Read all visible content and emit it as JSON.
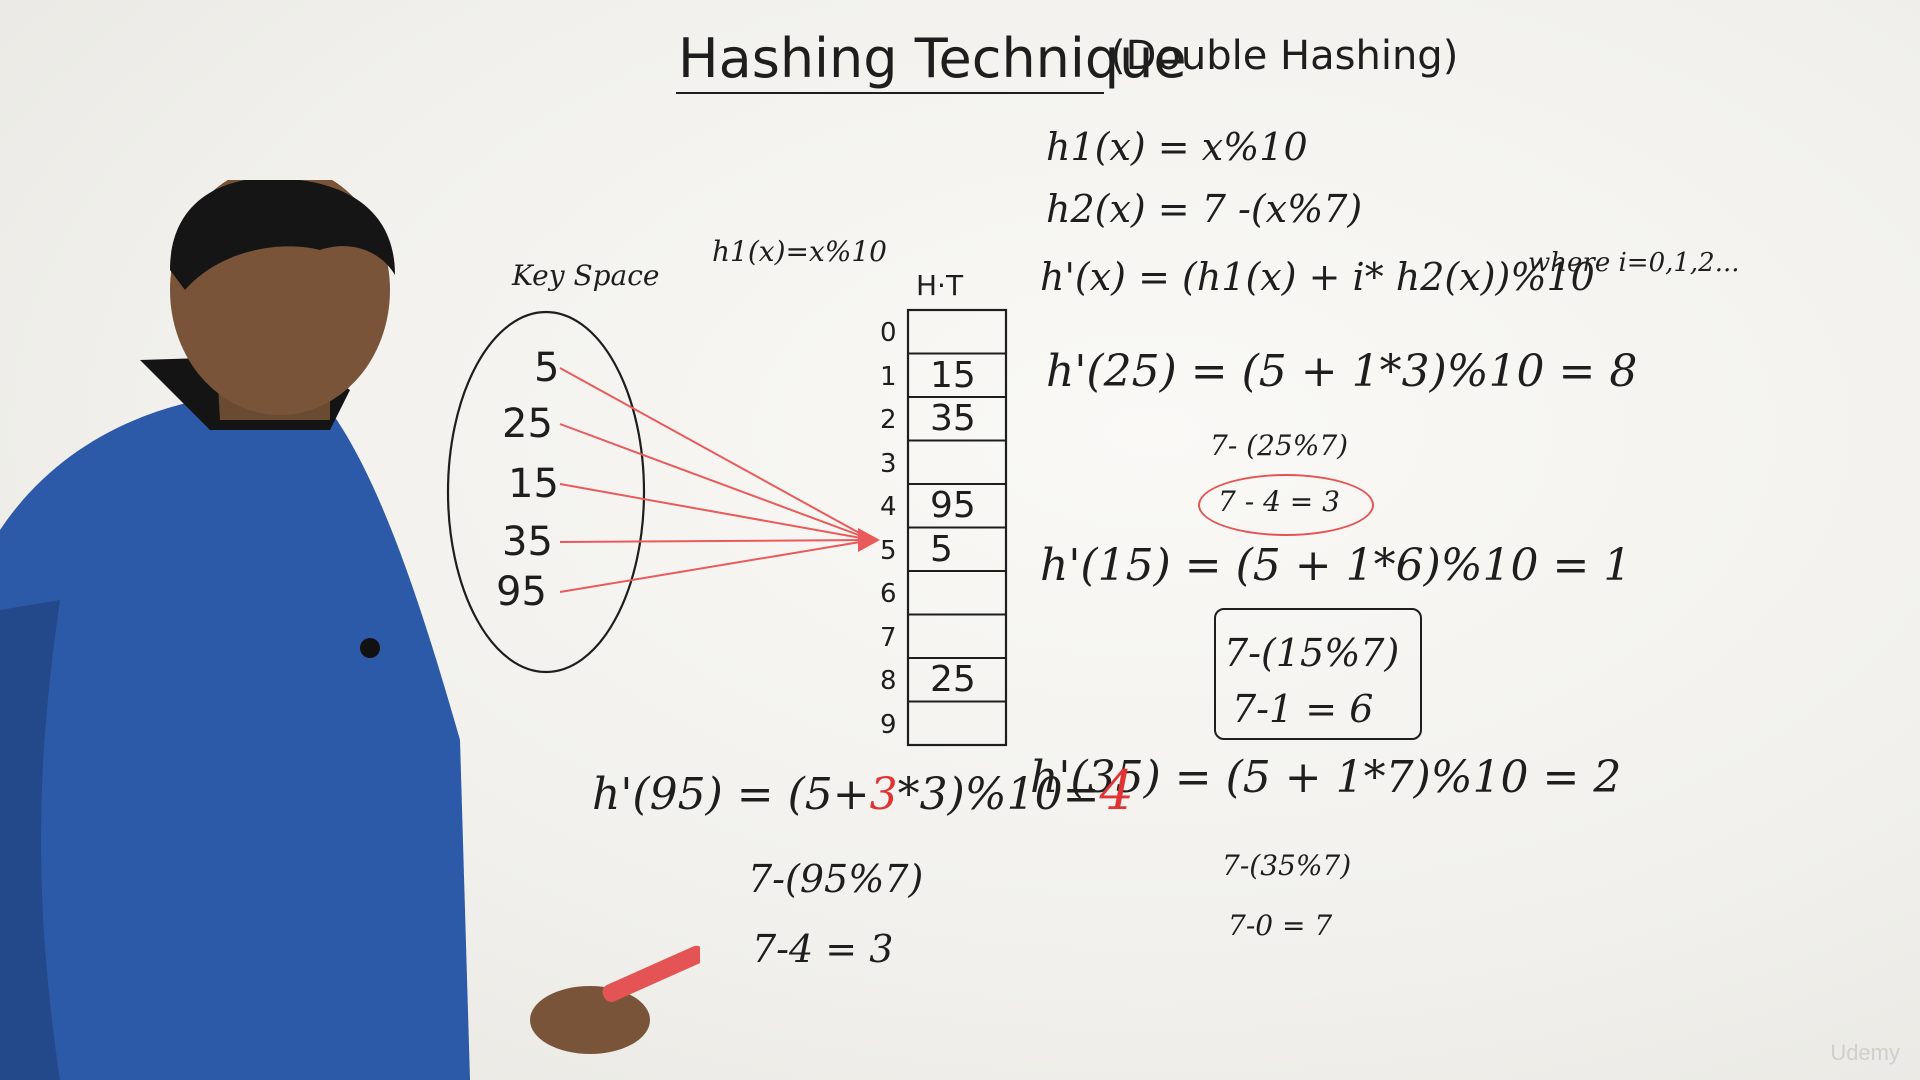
{
  "title": "Hashing Technique",
  "subtitle": "(Double Hashing)",
  "formulas": {
    "h1": "h1(x) = x%10",
    "h2": "h2(x) = 7 -(x%7)",
    "hprime": "h'(x) = (h1(x) + i* h2(x))%10",
    "where": "where i=0,1,2..."
  },
  "h1_label": "h1(x)=x%10",
  "key_space": {
    "label": "Key Space",
    "keys": [
      "5",
      "25",
      "15",
      "35",
      "95"
    ]
  },
  "hash_table": {
    "label": "H·T",
    "indices": [
      "0",
      "1",
      "2",
      "3",
      "4",
      "5",
      "6",
      "7",
      "8",
      "9"
    ],
    "values": [
      "",
      "15",
      "35",
      "",
      "95",
      "5",
      "",
      "",
      "25",
      ""
    ]
  },
  "examples": {
    "e25": "h'(25) = (5 + 1*3)%10 = 8",
    "e25_a": "7- (25%7)",
    "e25_b": "7 - 4 = 3",
    "e15": "h'(15) = (5 + 1*6)%10 = 1",
    "e15_a": "7-(15%7)",
    "e15_b": "7-1 = 6",
    "e35": "h'(35) = (5 + 1*7)%10 = 2",
    "e35_a": "7-(35%7)",
    "e35_b": "7-0 = 7",
    "e95_lhs": "h'(95) = (5+",
    "e95_i": "3",
    "e95_mid": "*3)%10=",
    "e95_res": "4",
    "e95_a": "7-(95%7)",
    "e95_b": "7-4 = 3"
  },
  "watermark": "Udemy"
}
